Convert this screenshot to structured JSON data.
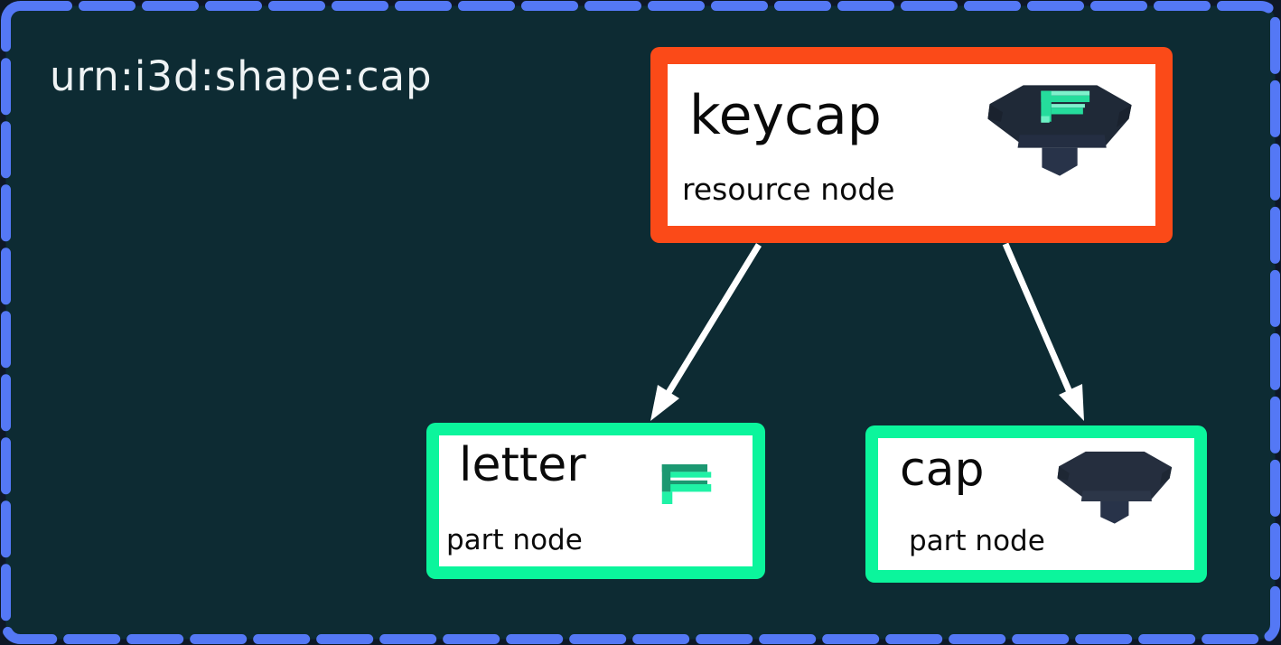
{
  "diagram": {
    "title": "urn:i3d:shape:cap",
    "colors": {
      "background_outer": "#0e1826",
      "background_inner": "#0d2b33",
      "dashed_border_blue": "#5478f5",
      "resource_node_accent": "#fb4a18",
      "part_node_accent": "#0bf59c",
      "node_fill": "#ffffff",
      "arrow": "#ffffff",
      "icon_dark_body": "#1f2937",
      "icon_green": "#24dfa0"
    },
    "nodes": [
      {
        "id": "keycap",
        "label": "keycap",
        "type_label": "resource node",
        "kind": "resource",
        "icon": "keycap-3d-icon"
      },
      {
        "id": "letter",
        "label": "letter",
        "type_label": "part node",
        "kind": "part",
        "icon": "letter-f-3d-icon"
      },
      {
        "id": "cap",
        "label": "cap",
        "type_label": "part node",
        "kind": "part",
        "icon": "cap-3d-icon"
      }
    ],
    "edges": [
      {
        "from": "keycap",
        "to": "letter"
      },
      {
        "from": "keycap",
        "to": "cap"
      }
    ]
  }
}
